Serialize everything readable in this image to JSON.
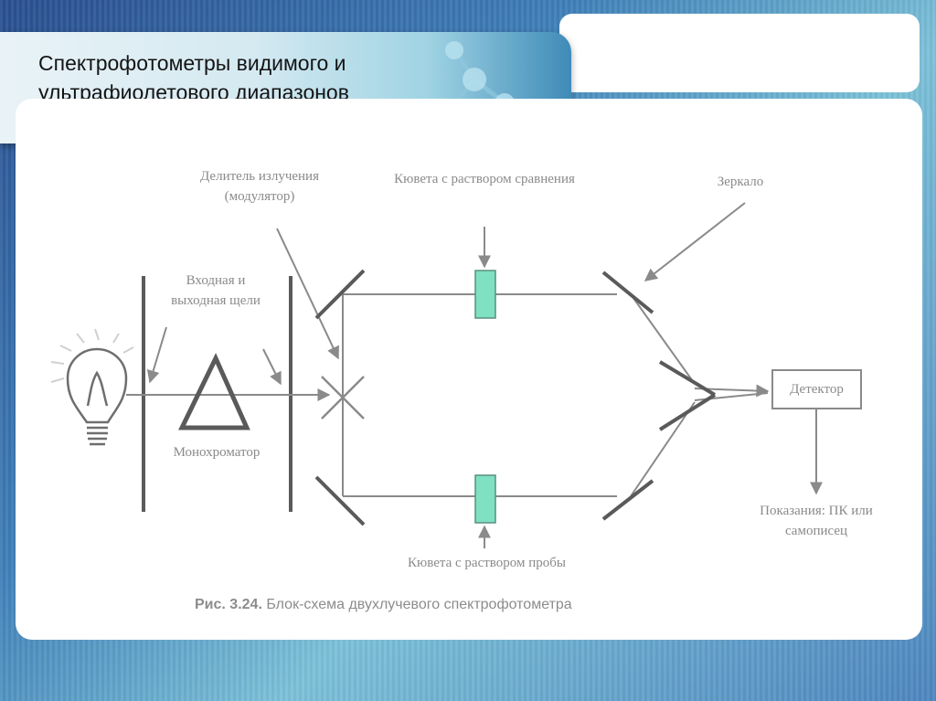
{
  "slide": {
    "title": "Спектрофотометры видимого и ультрафиолетового диапазонов"
  },
  "diagram": {
    "labels": {
      "splitter": "Делитель излучения (модулятор)",
      "reference_cuvette": "Кювета с раствором сравнения",
      "mirror": "Зеркало",
      "slits": "Входная и выходная щели",
      "monochromator": "Монохроматор",
      "detector": "Детектор",
      "readout": "Показания: ПК или самописец",
      "sample_cuvette": "Кювета с раствором пробы"
    },
    "caption": {
      "number": "Рис. 3.24.",
      "text": "Блок-схема двухлучевого спектрофотометра"
    },
    "colors": {
      "cuvette_fill": "#7fe0c2",
      "line": "#8a8a8a"
    }
  }
}
